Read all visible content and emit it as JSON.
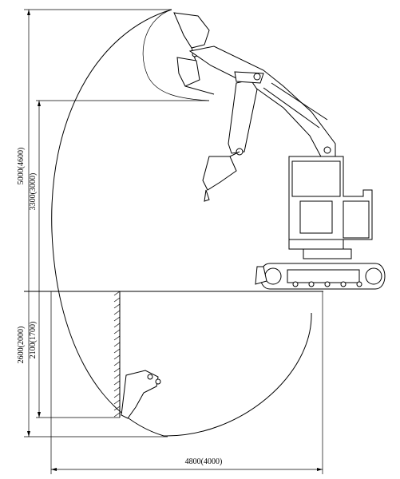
{
  "dimensions": {
    "max_reach_height": "5000(4600)",
    "max_dump_height": "3300(3000)",
    "max_dig_depth": "2600(2000)",
    "max_vertical_wall_depth": "2100(1700)",
    "max_dig_reach": "4800(4000)"
  },
  "colors": {
    "line": "#000000",
    "background": "#ffffff"
  }
}
